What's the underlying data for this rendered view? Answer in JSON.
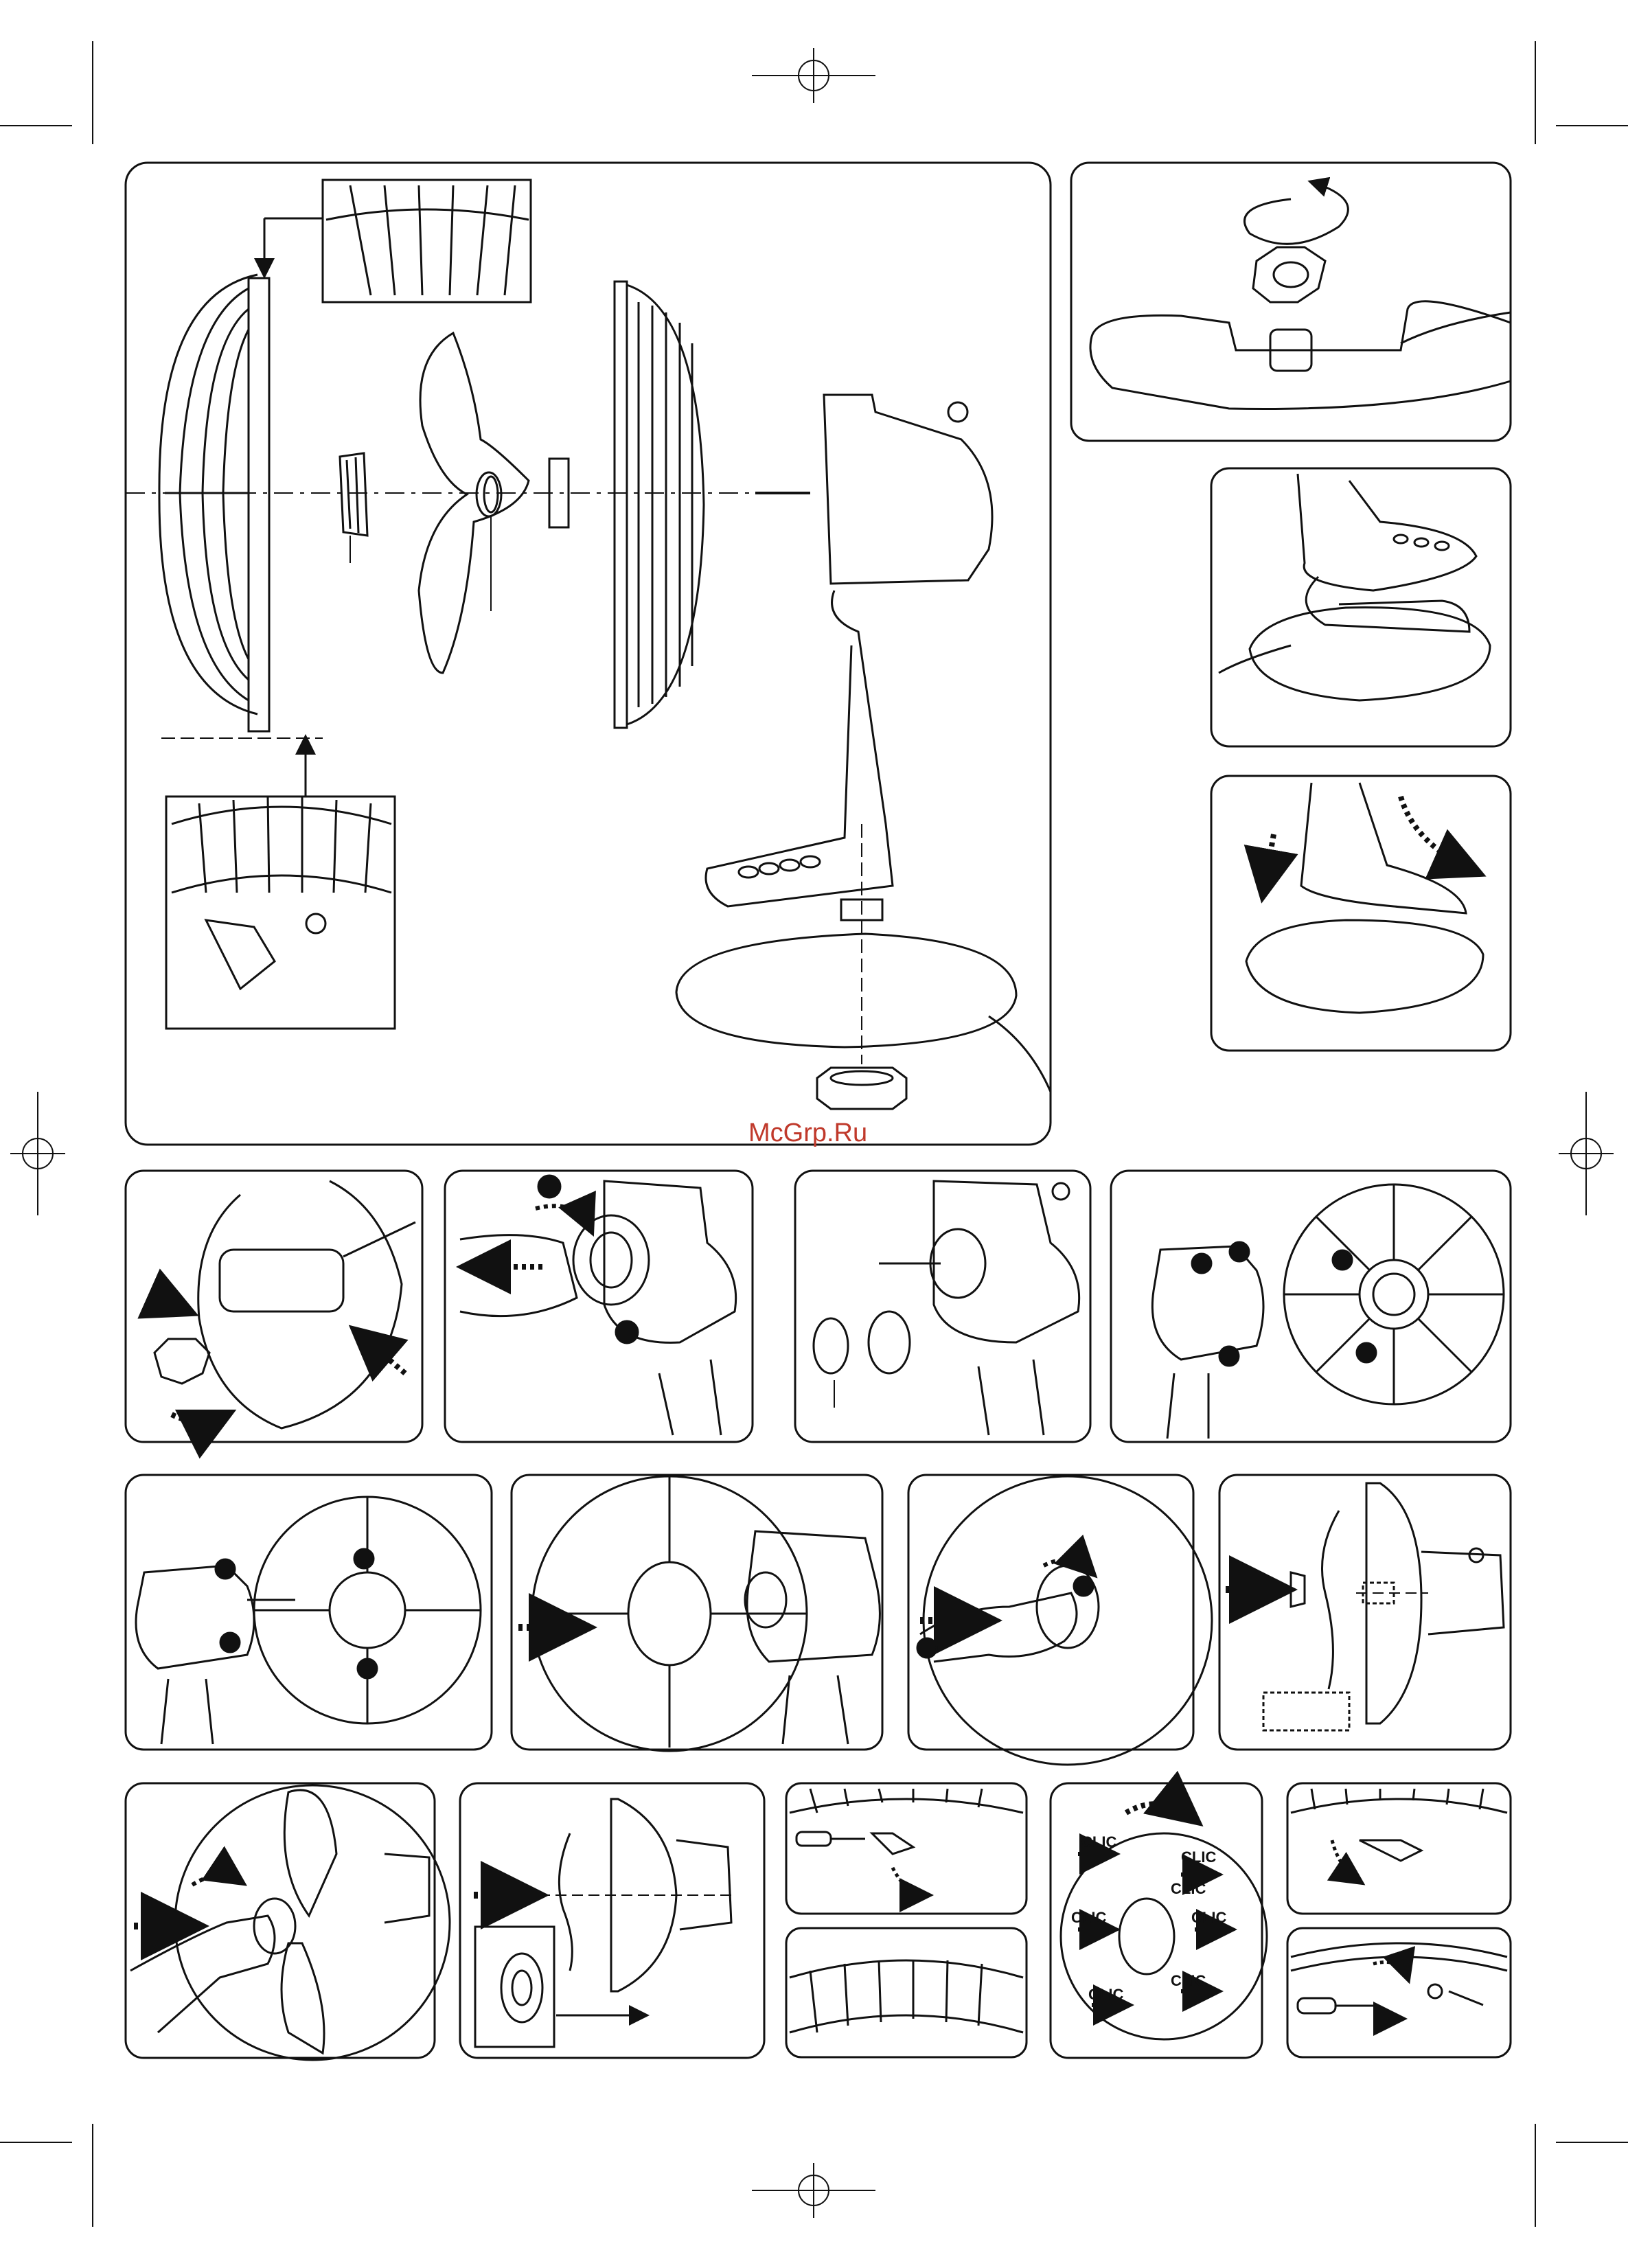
{
  "watermark": "McGrp.Ru",
  "clic_labels": [
    "CLIC",
    "CLIC",
    "CLIC",
    "CLIC",
    "CLIC",
    "CLIC",
    "CLIC"
  ],
  "colors": {
    "line": "#111111",
    "watermark": "#c0392b",
    "background": "#ffffff"
  },
  "panels": [
    {
      "id": "exploded-view",
      "icon": "fan-exploded-assembly-icon"
    },
    {
      "id": "base-nut-rotate",
      "icon": "rotate-arrow-icon"
    },
    {
      "id": "cable-routing",
      "icon": "cable-icon"
    },
    {
      "id": "base-attach",
      "icon": "down-arrow-icon"
    },
    {
      "id": "nut-under-base",
      "icon": "nut-icon"
    },
    {
      "id": "motor-nut-remove",
      "icon": "nut-icon"
    },
    {
      "id": "motor-parts",
      "icon": "nut-icon"
    },
    {
      "id": "rear-grille-align",
      "icon": "grille-icon"
    },
    {
      "id": "rear-grille-mount",
      "icon": "grille-icon"
    },
    {
      "id": "rear-grille-push",
      "icon": "right-arrow-icon"
    },
    {
      "id": "grille-nut-tighten",
      "icon": "hand-icon"
    },
    {
      "id": "spinner-insert",
      "icon": "right-arrow-icon"
    },
    {
      "id": "blade-tighten",
      "icon": "hand-icon"
    },
    {
      "id": "front-grille-mount",
      "icon": "grille-icon"
    },
    {
      "id": "clip-screw",
      "icon": "screwdriver-icon"
    },
    {
      "id": "grille-rim",
      "icon": "grille-icon"
    },
    {
      "id": "clic-rim",
      "icon": "clip-icon"
    },
    {
      "id": "clip-detail",
      "icon": "clip-icon"
    },
    {
      "id": "screw-detail",
      "icon": "screwdriver-icon"
    }
  ]
}
